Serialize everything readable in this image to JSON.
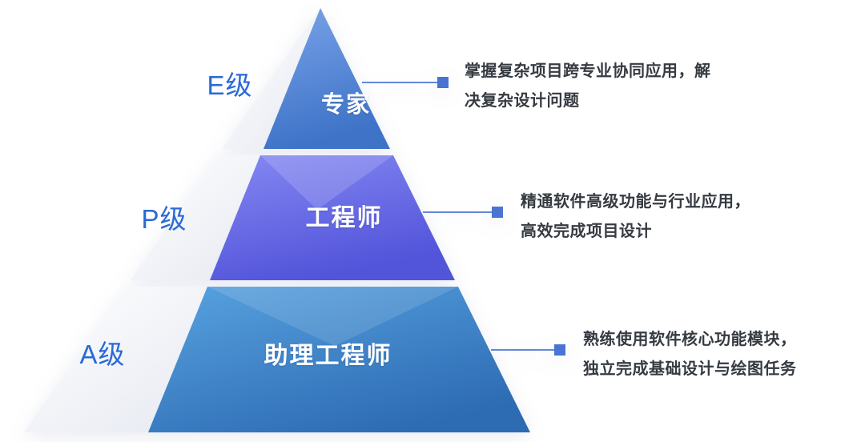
{
  "diagram": {
    "type": "pyramid-levels",
    "tiers": [
      {
        "level": "E级",
        "role": "专家",
        "desc_lines": [
          "掌握复杂项目跨专业协同应用，解",
          "决复杂设计问题"
        ]
      },
      {
        "level": "P级",
        "role": "工程师",
        "desc_lines": [
          "精通软件高级功能与行业应用，",
          "高效完成项目设计"
        ]
      },
      {
        "level": "A级",
        "role": "助理工程师",
        "desc_lines": [
          "熟练使用软件核心功能模块，",
          "独立完成基础设计与绘图任务"
        ]
      }
    ],
    "colors": {
      "level_text": "#2a6ad7",
      "role_text": "#ffffff",
      "connector_line": "#6388da",
      "connector_marker": "#4a74d2",
      "description_text": "#363b42",
      "tier1_face_top": "#7aa3e8",
      "tier1_face_bottom": "#3e73c8",
      "tier2_face_top": "#8588f2",
      "tier2_face_bottom": "#5254da",
      "tier3_face_top": "#58a3e0",
      "tier3_face_bottom": "#2d6bb3",
      "left_face_top": "#ffffff",
      "left_face_bottom": "#e7eaf2",
      "highlight_overlay": "#ffffff"
    }
  }
}
